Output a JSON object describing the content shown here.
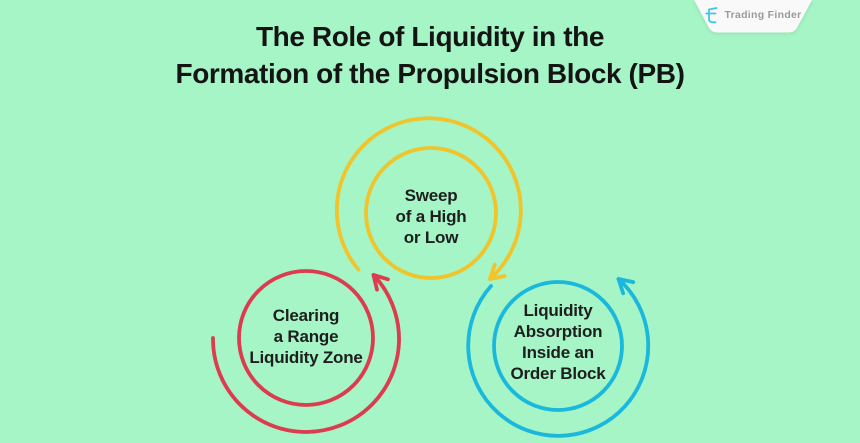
{
  "page": {
    "background_color": "#A5F5C6"
  },
  "header": {
    "title_line1": "The Role of Liquidity in the",
    "title_line2": "Formation of the Propulsion Block (PB)",
    "text_color": "#141414"
  },
  "logo": {
    "brand": "Trading Finder",
    "icon": "trading-finder-mark",
    "icon_color": "#3EC6EC",
    "text_color": "#9A9A9A",
    "badge_color": "#F9F9F9"
  },
  "diagram": {
    "flow_order": [
      "clearing-range-liquidity-zone",
      "sweep-of-high-or-low",
      "liquidity-absorption-inside-order-block"
    ],
    "nodes": [
      {
        "id": "sweep-of-high-or-low",
        "color": "#F0C42A",
        "lines": [
          "Sweep",
          "of a High",
          "or Low"
        ]
      },
      {
        "id": "clearing-range-liquidity-zone",
        "color": "#DC3C4D",
        "lines": [
          "Clearing",
          "a Range",
          "Liquidity Zone"
        ]
      },
      {
        "id": "liquidity-absorption-inside-order-block",
        "color": "#1AB8DC",
        "lines": [
          "Liquidity",
          "Absorption",
          "Inside an",
          "Order Block"
        ]
      }
    ]
  }
}
